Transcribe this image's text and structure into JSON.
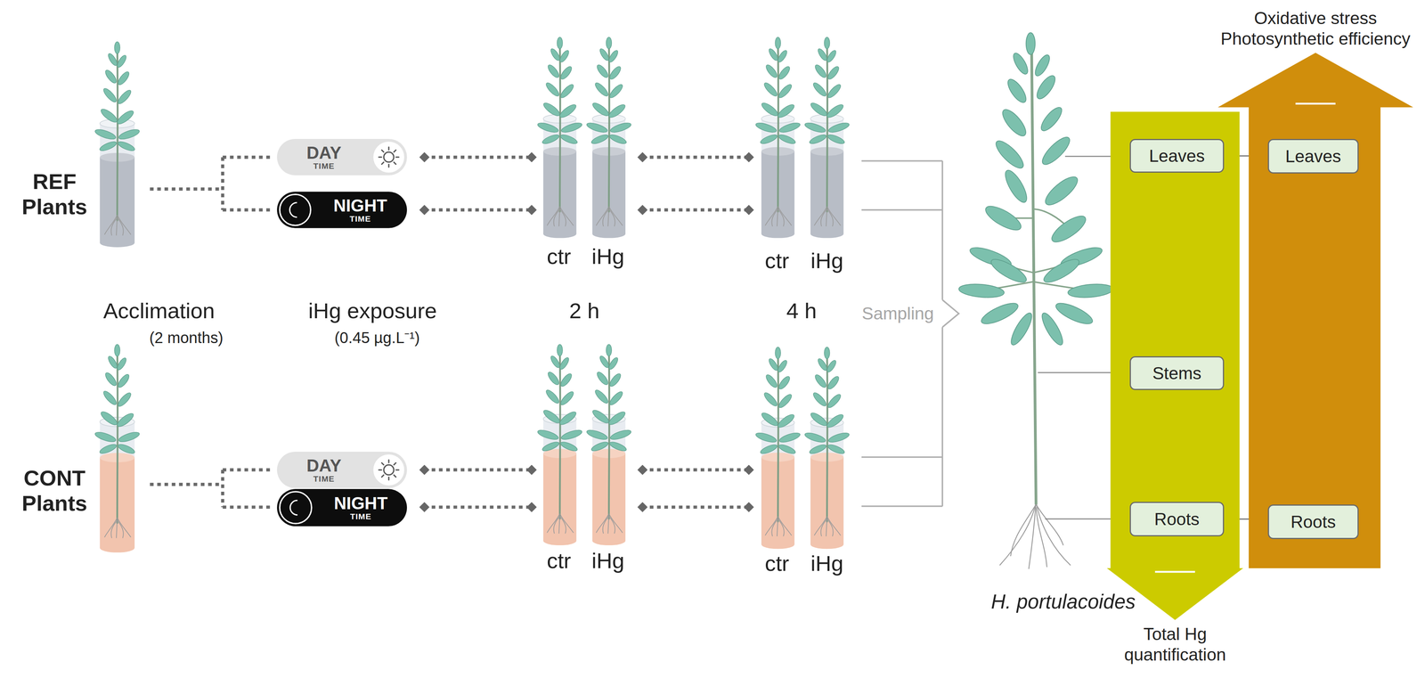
{
  "diagram": {
    "nodes": [
      {
        "text": [
          "DAY",
          "TIME"
        ]
      },
      {
        "text": [
          "NIGHT",
          "TIME"
        ]
      },
      {
        "text": [
          "DAY",
          "TIME"
        ]
      },
      {
        "text": [
          "NIGHT",
          "TIME"
        ]
      },
      {
        "text": [
          "Total Hg quantification"
        ]
      },
      {
        "text": [
          "Leaves"
        ],
        "in": 4
      },
      {
        "text": [
          "Stems"
        ],
        "in": 4
      },
      {
        "text": [
          "Roots"
        ],
        "in": 4
      },
      {
        "text": [
          "Oxidative stress Photosynthetic efficiency"
        ]
      },
      {
        "text": [
          "Leaves"
        ],
        "in": 8
      },
      {
        "text": [
          "Roots"
        ],
        "in": 8
      }
    ],
    "edges": [
      {
        "from": 5,
        "to": 9,
        "arrow": "none"
      },
      {
        "from": 7,
        "to": 10,
        "arrow": "none"
      }
    ],
    "labels": [
      "REF Plants",
      "ctr",
      "iHg",
      "ctr",
      "iHg",
      "Acclimation",
      "(2 months)",
      "iHg exposure",
      "(0.45 µg.L⁻¹)",
      "2 h",
      "4 h",
      "Sampling",
      "CONT Plants",
      "ctr",
      "iHg",
      "ctr",
      "iHg",
      "H. portulacoides"
    ]
  }
}
